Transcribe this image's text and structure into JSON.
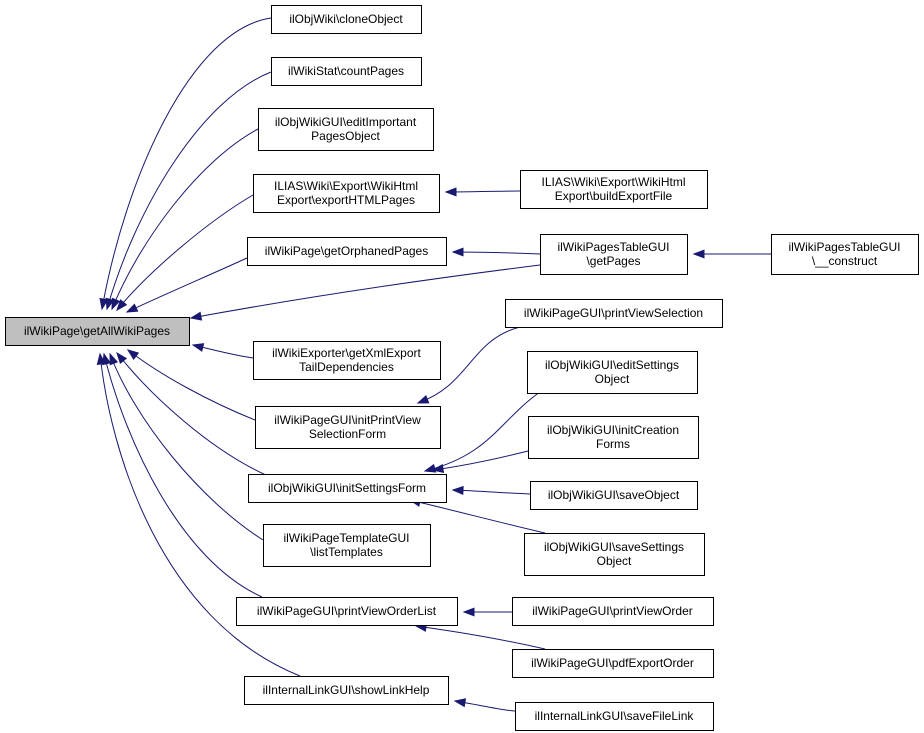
{
  "graph": {
    "root": "getAllWikiPages",
    "nodes": [
      {
        "id": "getAllWikiPages",
        "lines": [
          "ilWikiPage\\getAllWikiPages"
        ]
      },
      {
        "id": "cloneObject",
        "lines": [
          "ilObjWiki\\cloneObject"
        ]
      },
      {
        "id": "countPages",
        "lines": [
          "ilWikiStat\\countPages"
        ]
      },
      {
        "id": "editImportantPagesObject",
        "lines": [
          "ilObjWikiGUI\\editImportant",
          "PagesObject"
        ]
      },
      {
        "id": "exportHTMLPages",
        "lines": [
          "ILIAS\\Wiki\\Export\\WikiHtml",
          "Export\\exportHTMLPages"
        ]
      },
      {
        "id": "getOrphanedPages",
        "lines": [
          "ilWikiPage\\getOrphanedPages"
        ]
      },
      {
        "id": "getXmlExportTailDependencies",
        "lines": [
          "ilWikiExporter\\getXmlExport",
          "TailDependencies"
        ]
      },
      {
        "id": "initPrintViewSelectionForm",
        "lines": [
          "ilWikiPageGUI\\initPrintView",
          "SelectionForm"
        ]
      },
      {
        "id": "initSettingsForm",
        "lines": [
          "ilObjWikiGUI\\initSettingsForm"
        ]
      },
      {
        "id": "listTemplates",
        "lines": [
          "ilWikiPageTemplateGUI",
          "\\listTemplates"
        ]
      },
      {
        "id": "printViewOrderList",
        "lines": [
          "ilWikiPageGUI\\printViewOrderList"
        ]
      },
      {
        "id": "showLinkHelp",
        "lines": [
          "ilInternalLinkGUI\\showLinkHelp"
        ]
      },
      {
        "id": "buildExportFile",
        "lines": [
          "ILIAS\\Wiki\\Export\\WikiHtml",
          "Export\\buildExportFile"
        ]
      },
      {
        "id": "getPages",
        "lines": [
          "ilWikiPagesTableGUI",
          "\\getPages"
        ]
      },
      {
        "id": "construct",
        "lines": [
          "ilWikiPagesTableGUI",
          "\\__construct"
        ]
      },
      {
        "id": "printViewSelection",
        "lines": [
          "ilWikiPageGUI\\printViewSelection"
        ]
      },
      {
        "id": "editSettingsObject",
        "lines": [
          "ilObjWikiGUI\\editSettings",
          "Object"
        ]
      },
      {
        "id": "initCreationForms",
        "lines": [
          "ilObjWikiGUI\\initCreation",
          "Forms"
        ]
      },
      {
        "id": "saveObject",
        "lines": [
          "ilObjWikiGUI\\saveObject"
        ]
      },
      {
        "id": "saveSettingsObject",
        "lines": [
          "ilObjWikiGUI\\saveSettings",
          "Object"
        ]
      },
      {
        "id": "printViewOrder",
        "lines": [
          "ilWikiPageGUI\\printViewOrder"
        ]
      },
      {
        "id": "pdfExportOrder",
        "lines": [
          "ilWikiPageGUI\\pdfExportOrder"
        ]
      },
      {
        "id": "saveFileLink",
        "lines": [
          "ilInternalLinkGUI\\saveFileLink"
        ]
      }
    ],
    "edges": [
      {
        "from": "cloneObject",
        "to": "getAllWikiPages"
      },
      {
        "from": "countPages",
        "to": "getAllWikiPages"
      },
      {
        "from": "editImportantPagesObject",
        "to": "getAllWikiPages"
      },
      {
        "from": "exportHTMLPages",
        "to": "getAllWikiPages"
      },
      {
        "from": "getOrphanedPages",
        "to": "getAllWikiPages"
      },
      {
        "from": "getPages",
        "to": "getAllWikiPages"
      },
      {
        "from": "getXmlExportTailDependencies",
        "to": "getAllWikiPages"
      },
      {
        "from": "initPrintViewSelectionForm",
        "to": "getAllWikiPages"
      },
      {
        "from": "initSettingsForm",
        "to": "getAllWikiPages"
      },
      {
        "from": "listTemplates",
        "to": "getAllWikiPages"
      },
      {
        "from": "printViewOrderList",
        "to": "getAllWikiPages"
      },
      {
        "from": "showLinkHelp",
        "to": "getAllWikiPages"
      },
      {
        "from": "buildExportFile",
        "to": "exportHTMLPages"
      },
      {
        "from": "getPages",
        "to": "getOrphanedPages"
      },
      {
        "from": "construct",
        "to": "getPages"
      },
      {
        "from": "printViewSelection",
        "to": "initPrintViewSelectionForm"
      },
      {
        "from": "editSettingsObject",
        "to": "initSettingsForm"
      },
      {
        "from": "initCreationForms",
        "to": "initSettingsForm"
      },
      {
        "from": "saveObject",
        "to": "initSettingsForm"
      },
      {
        "from": "saveSettingsObject",
        "to": "initSettingsForm"
      },
      {
        "from": "printViewOrder",
        "to": "printViewOrderList"
      },
      {
        "from": "pdfExportOrder",
        "to": "printViewOrderList"
      },
      {
        "from": "saveFileLink",
        "to": "showLinkHelp"
      }
    ],
    "colors": {
      "edge": "#191970",
      "root_fill": "#bfbfbf",
      "node_fill": "#ffffff",
      "border": "#000000"
    }
  }
}
